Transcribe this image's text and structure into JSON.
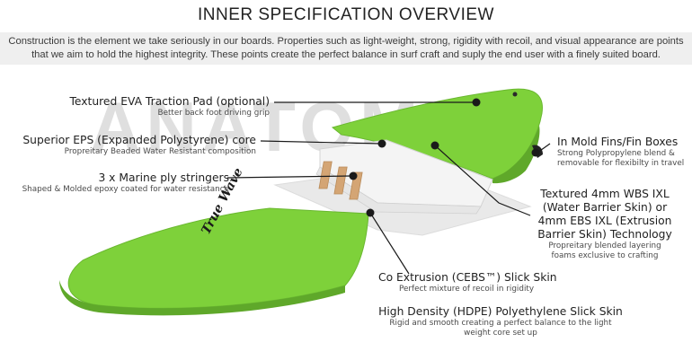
{
  "header": {
    "title": "INNER SPECIFICATION OVERVIEW",
    "intro": "Construction is the element we take seriously in our boards. Properties such as light-weight, strong, rigidity with recoil, and visual appearance are points that we aim to hold the highest integrity. These points create the perfect balance in surf craft and suply the end user with a finely suited board."
  },
  "watermark": "ANATOMY",
  "brand_logo_text": "True Wave",
  "colors": {
    "board_green": "#7ed13a",
    "board_green_dark": "#5fa82a",
    "foam_white": "#f3f3f3",
    "line": "#1a1a1a"
  },
  "callouts": {
    "traction_pad": {
      "title": "Textured EVA Traction Pad (optional)",
      "desc": "Better back foot driving grip"
    },
    "eps_core": {
      "title": "Superior EPS (Expanded Polystyrene) core",
      "desc": "Propreitary Beaded Water Resistant composition"
    },
    "stringers": {
      "title": "3 x Marine ply stringers",
      "desc": "Shaped & Molded epoxy coated for water resistance"
    },
    "fins": {
      "title": "In Mold Fins/Fin Boxes",
      "desc_1": "Strong Polypropylene blend &",
      "desc_2": "removable for flexibilty in travel"
    },
    "wbs": {
      "title_1": "Textured 4mm WBS IXL",
      "title_2": "(Water Barrier Skin) or",
      "title_3": "4mm EBS IXL (Extrusion",
      "title_4": "Barrier Skin) Technology",
      "desc_1": "Propreitary blended layering",
      "desc_2": "foams exclusive to crafting"
    },
    "cebs": {
      "title": "Co Extrusion (CEBS™) Slick Skin",
      "desc": "Perfect mixture of recoil in rigidity"
    },
    "hdpe": {
      "title": "High Density (HDPE) Polyethylene Slick Skin",
      "desc_1": "Rigid and smooth creating a perfect balance to the light",
      "desc_2": "weight core set up"
    }
  }
}
